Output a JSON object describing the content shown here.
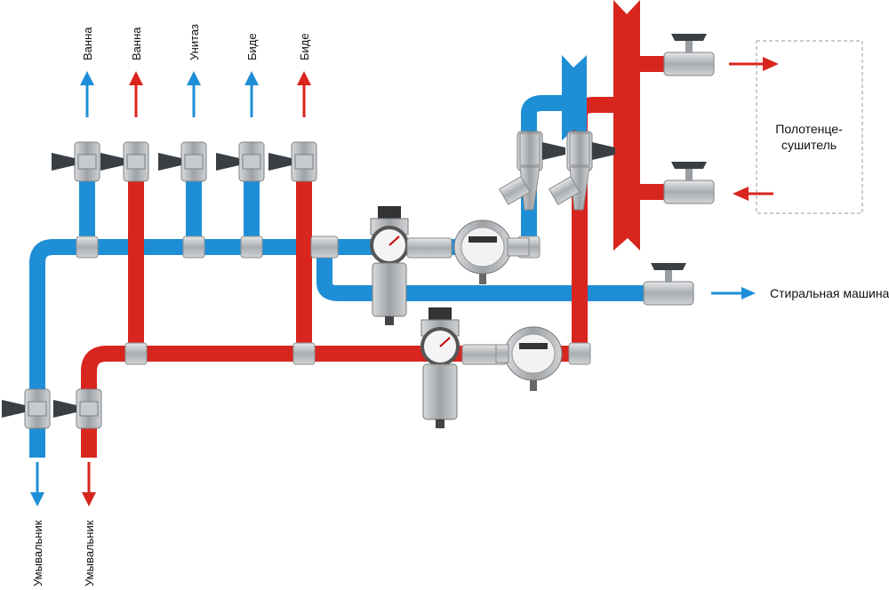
{
  "colors": {
    "cold": "#1e8fd6",
    "hot": "#d8261f",
    "fitting": "#b9bcbf",
    "valve_handle": "#3a3f44"
  },
  "labels": {
    "outlets_top": [
      "Ванна",
      "Ванна",
      "Унитаз",
      "Биде",
      "Биде"
    ],
    "outlets_bottom": [
      "Умывальник",
      "Умывальник"
    ],
    "towel_dryer_line1": "Полотенце-",
    "towel_dryer_line2": "сушитель",
    "washing_machine": "Стиральная машина"
  },
  "icons": {
    "arrow_cold": "arrow-up-icon",
    "arrow_hot": "arrow-up-icon",
    "valve": "ball-valve-icon",
    "filter": "pressure-regulator-icon",
    "meter": "water-meter-icon"
  }
}
